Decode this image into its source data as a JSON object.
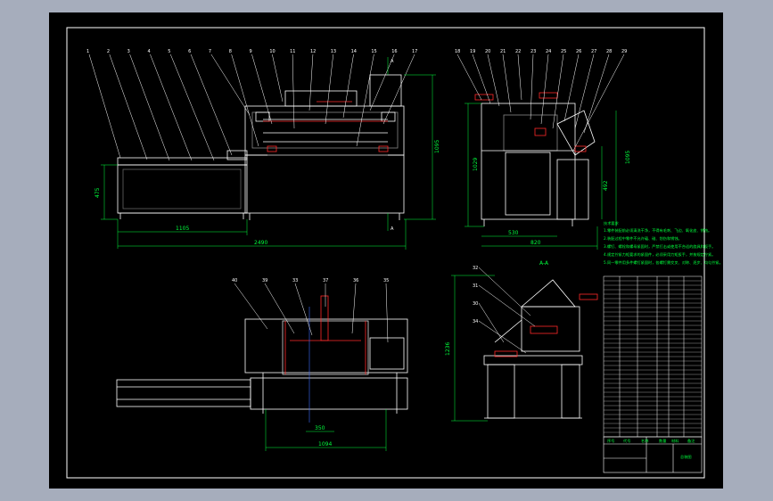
{
  "drawing": {
    "colors": {
      "background": "#a6adbc",
      "sheet": "#000000",
      "outline": "#ffffff",
      "dimension": "#00ff3c",
      "accent": "#ff2a2a",
      "centerline": "#3d6bff"
    },
    "front_view": {
      "balloons": [
        "1",
        "2",
        "3",
        "4",
        "5",
        "6",
        "7",
        "8",
        "9",
        "10",
        "11",
        "12",
        "13",
        "14",
        "15",
        "16",
        "17"
      ],
      "dims": {
        "height_left": "475",
        "length_1": "1105",
        "length_total": "2490",
        "height_total": "1095"
      },
      "section_mark": "A"
    },
    "side_view": {
      "balloons": [
        "18",
        "19",
        "20",
        "21",
        "22",
        "23",
        "24",
        "25",
        "26",
        "27",
        "28",
        "29"
      ],
      "dims": {
        "height": "1029",
        "width_1": "530",
        "width_2": "820",
        "height_r": "1095",
        "height_r2": "492"
      }
    },
    "top_view": {
      "balloons": [
        "40",
        "39",
        "33",
        "37",
        "36",
        "35"
      ],
      "dims": {
        "width": "350",
        "length": "1094"
      }
    },
    "section_view": {
      "title": "A-A",
      "balloons": [
        "32",
        "31",
        "30",
        "34"
      ],
      "dims": {
        "height": "1236"
      }
    },
    "notes": {
      "heading": "技术要求",
      "lines": [
        "1.零件装配前必须清洗干净，不得有毛刺、飞边、氧化皮、锈蚀。",
        "2.装配过程中零件不允许磕、碰、划伤和锈蚀。",
        "3.螺钉、螺栓和螺母紧固时，严禁打击或使用不合适的旋具和扳手。",
        "4.规定拧紧力矩要求的紧固件，必须采用力矩扳手，并按规定拧紧。",
        "5.同一零件用多件螺钉紧固时，各螺钉需交叉、对称、逐步、均匀拧紧。"
      ]
    },
    "title_block": {
      "header": [
        "序号",
        "代号",
        "名称",
        "数量",
        "材料",
        "备注"
      ],
      "name": "总装图"
    }
  }
}
